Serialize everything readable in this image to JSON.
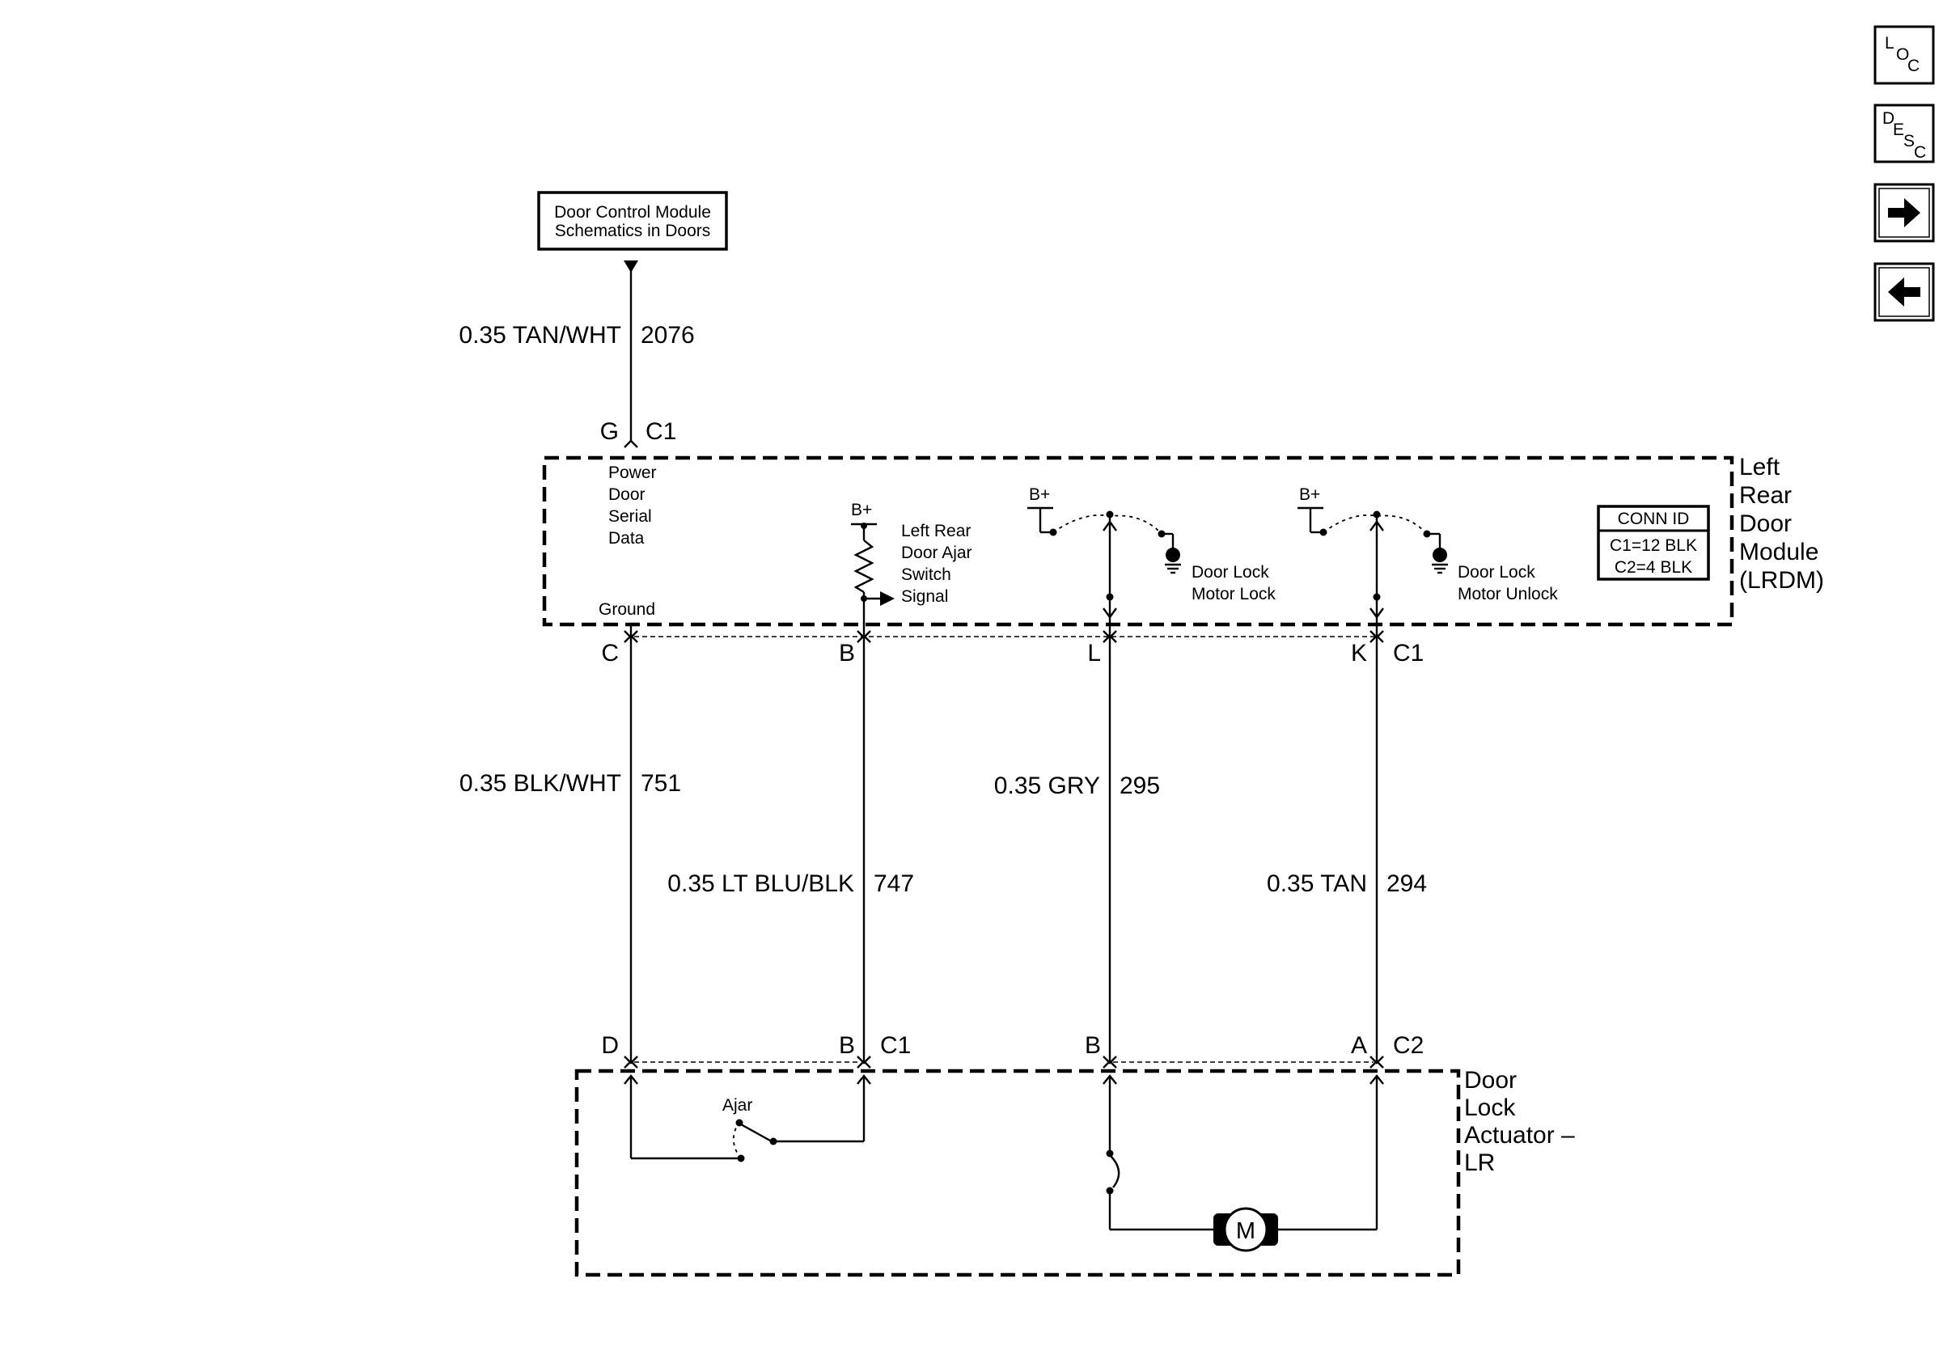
{
  "nav": {
    "loc": {
      "l1": "L",
      "l2": "O",
      "l3": "C"
    },
    "desc": {
      "l1": "D",
      "l2": "E",
      "l3": "S",
      "l4": "C"
    },
    "next_icon": "arrow-right-icon",
    "prev_icon": "arrow-left-icon"
  },
  "ref_box": {
    "line1": "Door Control Module",
    "line2": "Schematics in Doors"
  },
  "wire_top": {
    "gauge_color": "0.35 TAN/WHT",
    "circuit": "2076"
  },
  "lrdm": {
    "title1": "Left",
    "title2": "Rear",
    "title3": "Door",
    "title4": "Module",
    "title5": "(LRDM)",
    "c1_pin_g": "G",
    "c1_label": "C1",
    "power_door_serial_data": [
      "Power",
      "Door",
      "Serial",
      "Data"
    ],
    "ground": "Ground",
    "bplus": "B+",
    "ajar_switch": [
      "Left Rear",
      "Door Ajar",
      "Switch",
      "Signal"
    ],
    "lock_motor": [
      "Door Lock",
      "Motor Lock"
    ],
    "unlock_motor": [
      "Door Lock",
      "Motor Unlock"
    ],
    "conn_id": {
      "title": "CONN ID",
      "c1": "C1=12 BLK",
      "c2": "C2=4 BLK"
    },
    "bottom_pins": {
      "c": "C",
      "b": "B",
      "l": "L",
      "k": "K",
      "conn": "C1"
    }
  },
  "wires": [
    {
      "gauge_color": "0.35 BLK/WHT",
      "circuit": "751"
    },
    {
      "gauge_color": "0.35 LT BLU/BLK",
      "circuit": "747"
    },
    {
      "gauge_color": "0.35 GRY",
      "circuit": "295"
    },
    {
      "gauge_color": "0.35 TAN",
      "circuit": "294"
    }
  ],
  "actuator": {
    "title1": "Door",
    "title2": "Lock",
    "title3": "Actuator –",
    "title4": "LR",
    "pins": {
      "d": "D",
      "b1": "B",
      "c1": "C1",
      "b2": "B",
      "a": "A",
      "c2": "C2"
    },
    "ajar": "Ajar",
    "motor": "M"
  }
}
